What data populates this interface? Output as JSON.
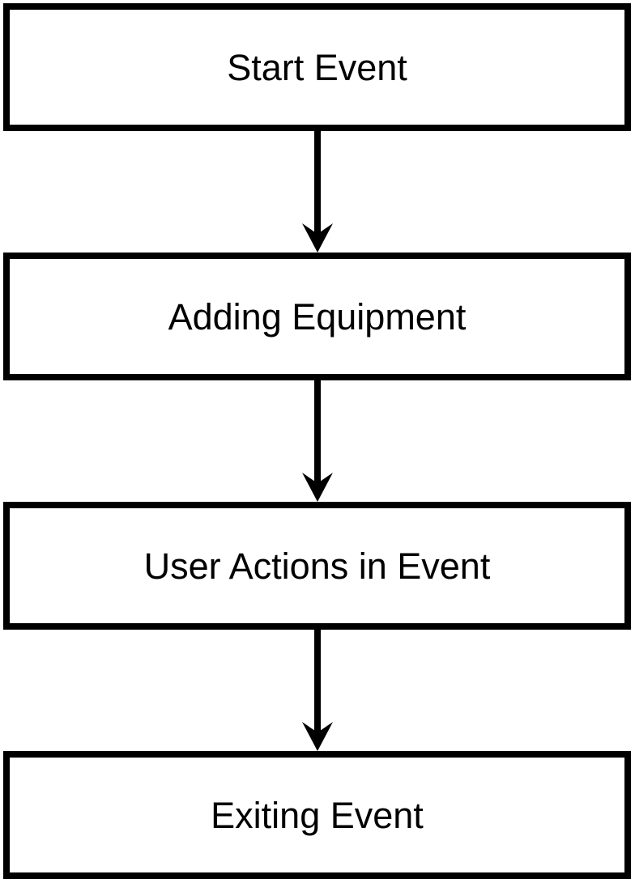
{
  "diagram": {
    "type": "flowchart",
    "direction": "top-to-bottom",
    "nodes": [
      {
        "id": "start-event",
        "label": "Start Event"
      },
      {
        "id": "adding-equipment",
        "label": "Adding Equipment"
      },
      {
        "id": "user-actions-in-event",
        "label": "User Actions in Event"
      },
      {
        "id": "exiting-event",
        "label": "Exiting Event"
      }
    ],
    "edges": [
      {
        "from": "start-event",
        "to": "adding-equipment"
      },
      {
        "from": "adding-equipment",
        "to": "user-actions-in-event"
      },
      {
        "from": "user-actions-in-event",
        "to": "exiting-event"
      }
    ],
    "colors": {
      "background": "#ffffff",
      "node_fill": "#ffffff",
      "node_border": "#000000",
      "text": "#000000",
      "arrow": "#000000"
    }
  }
}
